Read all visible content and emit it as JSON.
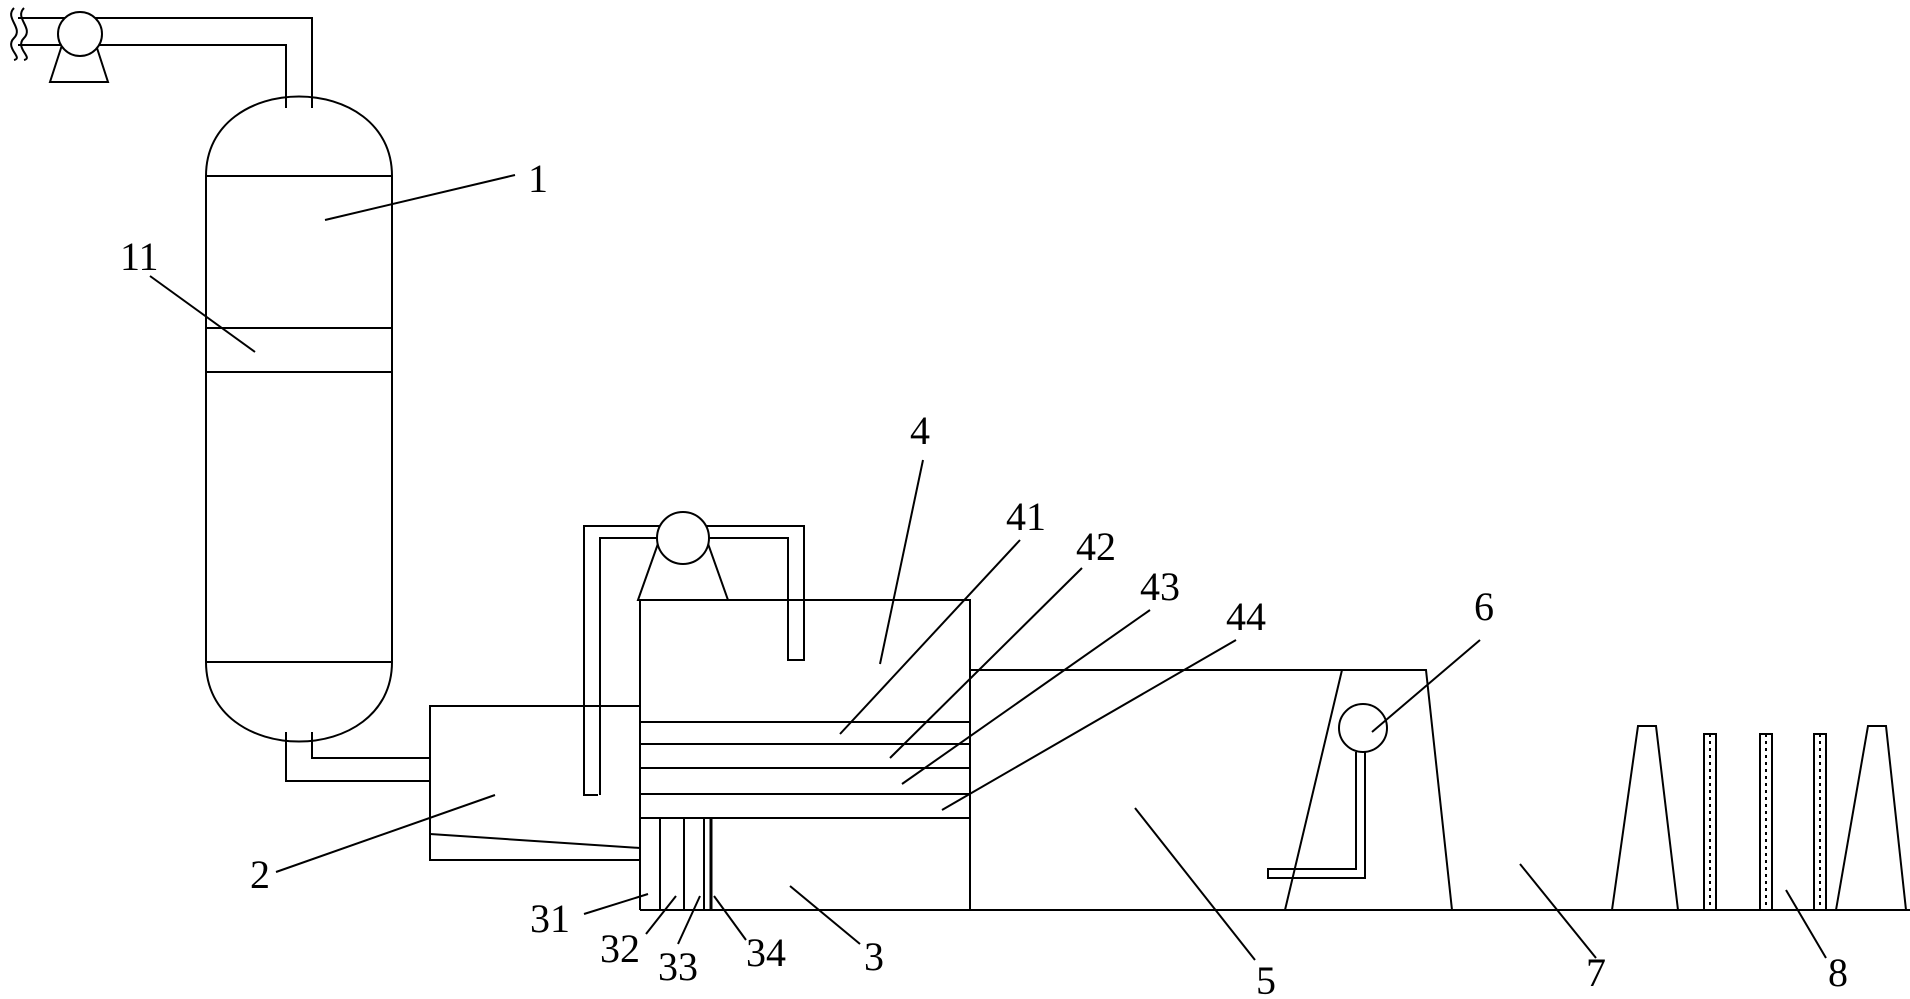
{
  "labels": {
    "l1": "1",
    "l11": "11",
    "l2": "2",
    "l3": "3",
    "l31": "31",
    "l32": "32",
    "l33": "33",
    "l34": "34",
    "l4": "4",
    "l41": "41",
    "l42": "42",
    "l43": "43",
    "l44": "44",
    "l5": "5",
    "l6": "6",
    "l7": "7",
    "l8": "8"
  },
  "colors": {
    "stroke": "#000000",
    "background": "#ffffff"
  }
}
